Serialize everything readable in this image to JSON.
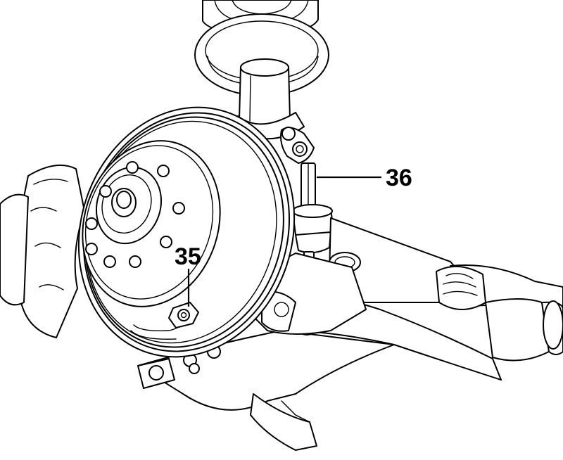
{
  "callouts": [
    {
      "id": "35",
      "label": "35"
    },
    {
      "id": "36",
      "label": "36"
    }
  ],
  "colors": {
    "line": "#000000",
    "background": "#ffffff"
  }
}
